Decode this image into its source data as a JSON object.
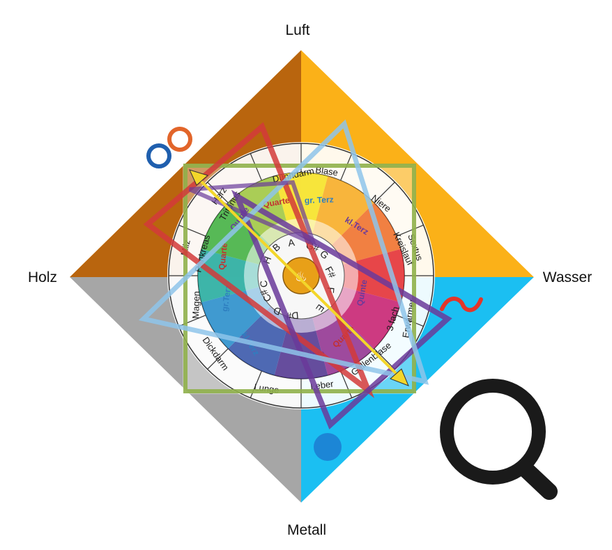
{
  "elements": {
    "top": "Luft",
    "right": "Wasser",
    "bottom": "Metall",
    "left": "Holz"
  },
  "colors": {
    "luft": "#FBB118",
    "wasser": "#1BBFF2",
    "metall": "#A6A6A6",
    "holz": "#B9650E",
    "square_frame": "#8FB04A",
    "red_triangle": "#D23A3A",
    "purple_triangle": "#6A3A9A",
    "blue_triangle": "#8EC4EA",
    "yellow_arrow": "#F3D62A",
    "search_icon": "#1A1A1A",
    "infinity_blue": "#1F5FAE",
    "infinity_orange": "#E2652A",
    "tilde_red": "#E2362A",
    "dot_blue": "#1C86D6"
  },
  "organs": [
    "Dünndarm",
    "Blase",
    "Niere",
    "Kreislauf",
    "Sextus",
    "3 fach",
    "Erwärmer",
    "Gallenblase",
    "Leber",
    "Lunge",
    "Dickdarm",
    "Magen",
    "Milz",
    "Pankreas",
    "Herz",
    "Tritonus"
  ],
  "intervals": [
    "Quarte",
    "gr. Terz",
    "kl.Terz",
    "Quinte",
    "Quarte",
    "Quinte",
    "kl.Terz",
    "gr.Terz",
    "Quarte",
    "Quinte"
  ],
  "notes": [
    "A",
    "G#",
    "G",
    "F#",
    "F",
    "E",
    "D#",
    "D",
    "C#",
    "C",
    "H",
    "B"
  ],
  "icons": [
    "infinity-icon",
    "tilde-icon",
    "dot-icon",
    "search-icon"
  ]
}
